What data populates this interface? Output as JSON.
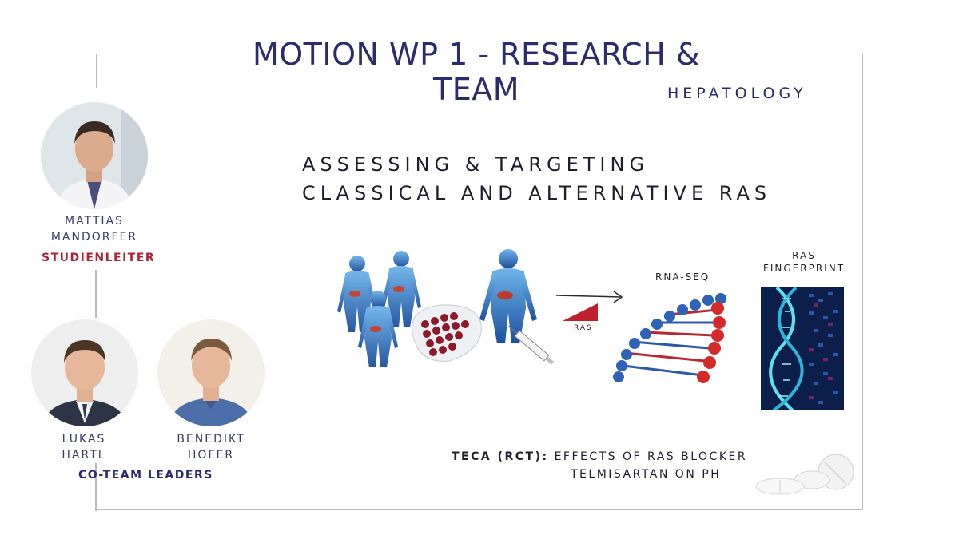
{
  "header": {
    "title": "MOTION WP 1 - RESEARCH & TEAM",
    "subtitle": "HEPATOLOGY"
  },
  "headline": {
    "line1": "ASSESSING & TARGETING",
    "line2": "CLASSICAL AND ALTERNATIVE RAS"
  },
  "team": {
    "lead": {
      "first": "MATTIAS",
      "last": "MANDORFER",
      "role": "STUDIENLEITER"
    },
    "members": [
      {
        "first": "LUKAS",
        "last": "HARTL"
      },
      {
        "first": "BENEDIKT",
        "last": "HOFER"
      }
    ],
    "members_role": "CO-TEAM LEADERS"
  },
  "figure": {
    "ras_label": "RAS",
    "rnaseq_label": "RNA-SEQ",
    "fingerprint_line1": "RAS",
    "fingerprint_line2": "FINGERPRINT"
  },
  "teca": {
    "prefix": "TECA (RCT):",
    "line1": "EFFECTS OF RAS BLOCKER",
    "line2": "TELMISARTAN ON PH"
  },
  "colors": {
    "navy": "#2c2c6c",
    "red": "#b0213a",
    "frame": "#b8b8cf"
  }
}
